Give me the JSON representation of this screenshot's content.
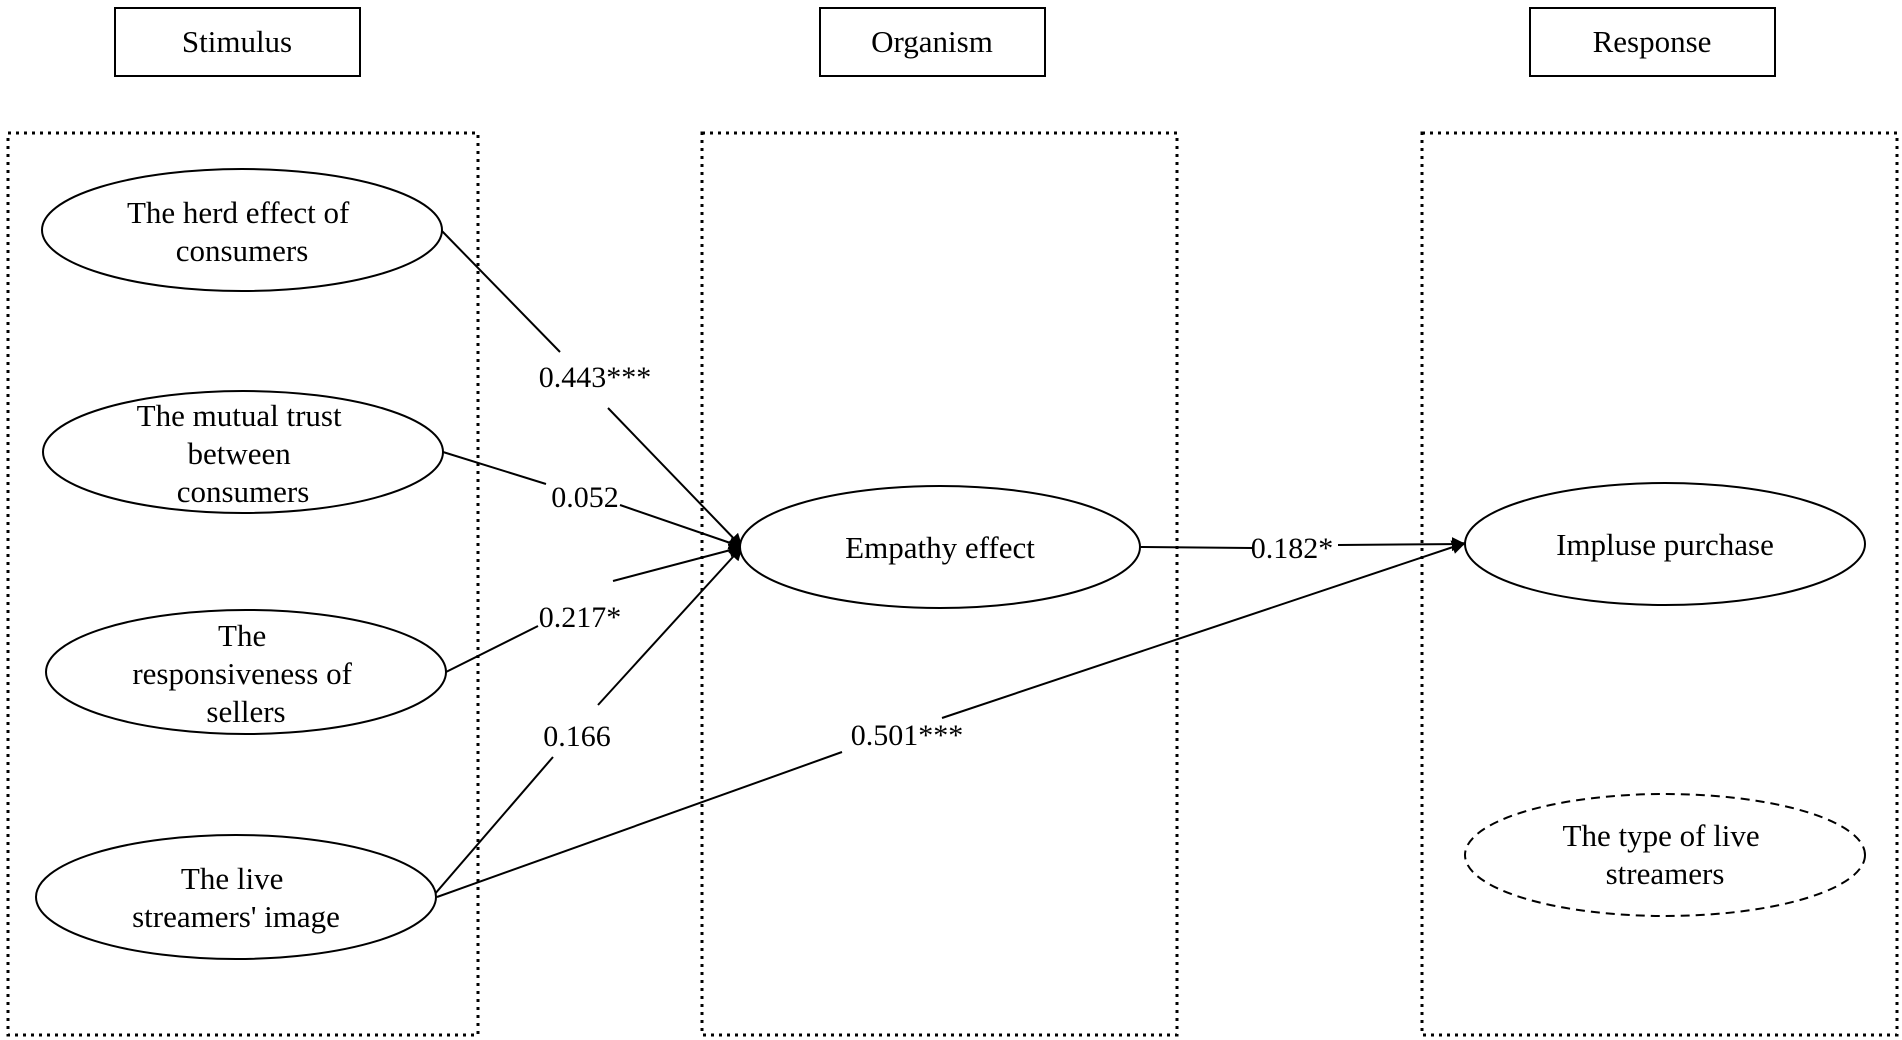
{
  "headers": {
    "stimulus": "Stimulus",
    "organism": "Organism",
    "response": "Response"
  },
  "nodes": {
    "herd_effect": [
      "The herd effect of",
      "consumers"
    ],
    "mutual_trust": [
      "The mutual trust",
      "between",
      "consumers"
    ],
    "responsiveness": [
      "The",
      "responsiveness of",
      "sellers"
    ],
    "streamer_image": [
      "The live",
      "streamers' image"
    ],
    "empathy": [
      "Empathy effect"
    ],
    "impulse": [
      "Impluse purchase"
    ],
    "streamer_type": [
      "The type of live",
      "streamers"
    ]
  },
  "edges": {
    "herd_to_empathy": "0.443***",
    "trust_to_empathy": "0.052",
    "responsiveness_to_empathy": "0.217*",
    "image_to_empathy": "0.166",
    "image_to_impulse": "0.501***",
    "empathy_to_impulse": "0.182*"
  }
}
